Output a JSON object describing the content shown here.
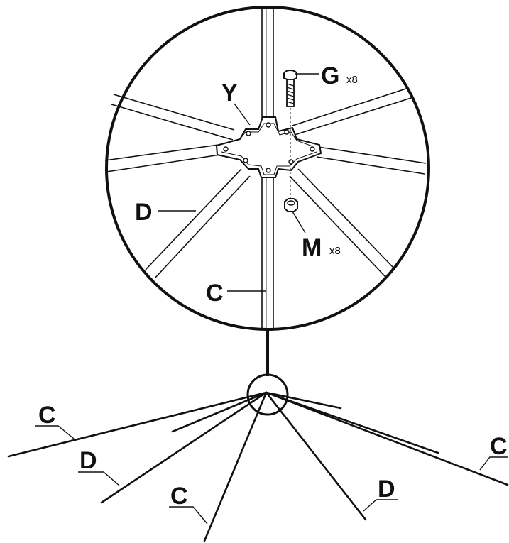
{
  "labels": {
    "y": "Y",
    "g": "G",
    "g_qty": "x8",
    "m": "M",
    "m_qty": "x8",
    "d_inset": "D",
    "c_inset": "C",
    "c_left": "C",
    "d_left": "D",
    "c_bottom": "C",
    "d_right": "D",
    "c_right": "C"
  },
  "icons": {
    "bolt": "bolt-icon",
    "nut": "nut-icon",
    "hub": "hub-plate-icon"
  }
}
